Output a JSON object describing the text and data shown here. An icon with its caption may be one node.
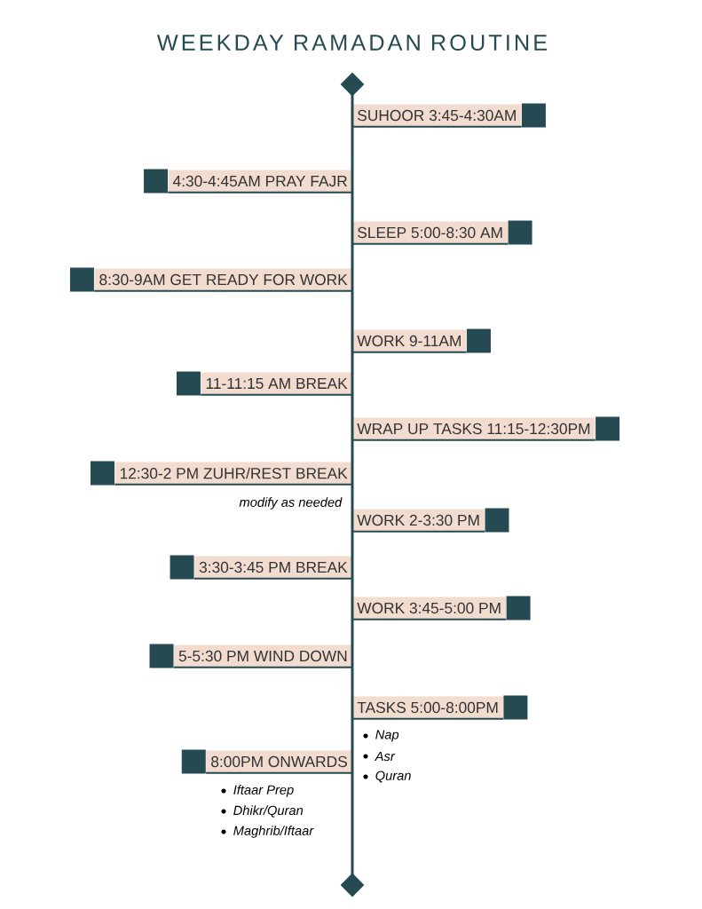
{
  "diagram": {
    "title": "WEEKDAY RAMADAN ROUTINE",
    "nodes": [
      {
        "text": [
          "SUHOOR 3:45-4:30AM"
        ]
      },
      {
        "text": [
          "4:30-4:45AM PRAY FAJR"
        ]
      },
      {
        "text": [
          "SLEEP 5:00-8:30 AM"
        ]
      },
      {
        "text": [
          "8:30-9AM GET READY FOR WORK"
        ]
      },
      {
        "text": [
          "WORK 9-11AM"
        ]
      },
      {
        "text": [
          "11-11:15 AM BREAK"
        ]
      },
      {
        "text": [
          "WRAP UP TASKS 11:15-12:30PM"
        ]
      },
      {
        "text": [
          "12:30-2 PM ZUHR/REST BREAK"
        ],
        "beside": [
          "modify as needed"
        ]
      },
      {
        "text": [
          "WORK 2-3:30 PM"
        ]
      },
      {
        "text": [
          "3:30-3:45 PM BREAK"
        ]
      },
      {
        "text": [
          "WORK 3:45-5:00 PM"
        ]
      },
      {
        "text": [
          "5-5:30 PM WIND DOWN"
        ]
      },
      {
        "text": [
          "TASKS 5:00-8:00PM"
        ],
        "beside": [
          "Nap",
          "Asr",
          "Quran"
        ]
      },
      {
        "text": [
          "8:00PM ONWARDS"
        ],
        "beside": [
          "Iftaar Prep",
          "Dhikr/Quran",
          "Maghrib/Iftaar"
        ]
      },
      {
        "text": [],
        "shape": "bar"
      }
    ],
    "edges": [
      {
        "from": 0,
        "to": 14,
        "arrow": "none"
      },
      {
        "from": 1,
        "to": 14,
        "arrow": "none"
      },
      {
        "from": 2,
        "to": 14,
        "arrow": "none"
      },
      {
        "from": 3,
        "to": 14,
        "arrow": "none"
      },
      {
        "from": 4,
        "to": 14,
        "arrow": "none"
      },
      {
        "from": 5,
        "to": 14,
        "arrow": "none"
      },
      {
        "from": 6,
        "to": 14,
        "arrow": "none"
      },
      {
        "from": 7,
        "to": 14,
        "arrow": "none"
      },
      {
        "from": 8,
        "to": 14,
        "arrow": "none"
      },
      {
        "from": 9,
        "to": 14,
        "arrow": "none"
      },
      {
        "from": 10,
        "to": 14,
        "arrow": "none"
      },
      {
        "from": 11,
        "to": 14,
        "arrow": "none"
      },
      {
        "from": 12,
        "to": 14,
        "arrow": "none"
      },
      {
        "from": 13,
        "to": 14,
        "arrow": "none"
      }
    ]
  }
}
